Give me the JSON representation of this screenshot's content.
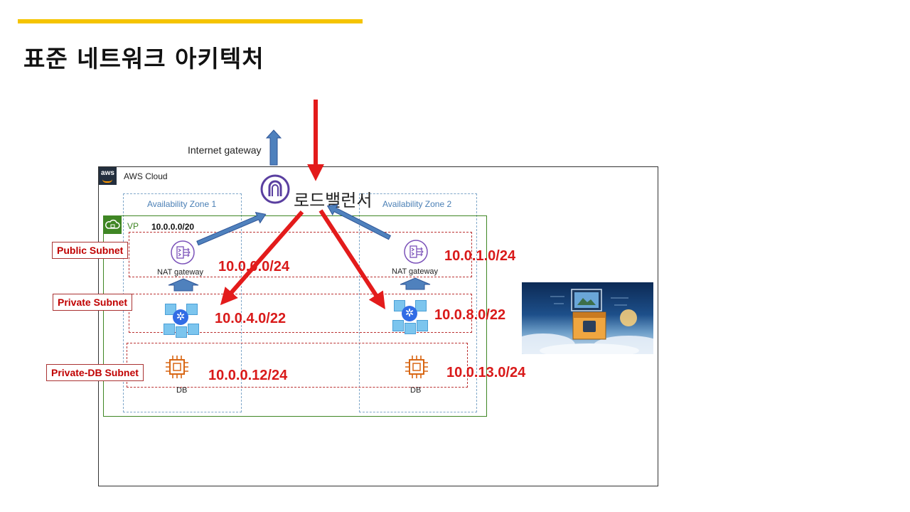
{
  "title": "표준 네트워크 아키텍처",
  "aws_cloud": {
    "logo_text": "aws",
    "label": "AWS Cloud"
  },
  "availability_zones": [
    {
      "label": "Availability Zone 1"
    },
    {
      "label": "Availability Zone 2"
    }
  ],
  "vpc": {
    "label": "VP",
    "cidr": "10.0.0.0/20"
  },
  "internet_gateway": {
    "label": "Internet gateway"
  },
  "load_balancer": {
    "label": "로드밸런서"
  },
  "subnet_tags": {
    "public": "Public Subnet",
    "private": "Private Subnet",
    "private_db": "Private-DB Subnet"
  },
  "nat_gateways": [
    {
      "label": "NAT gateway"
    },
    {
      "label": "NAT gateway"
    }
  ],
  "db_labels": [
    "DB",
    "DB"
  ],
  "cidrs": {
    "public_az1": "10.0.0.0/24",
    "public_az2": "10.0.1.0/24",
    "private_az1": "10.0.4.0/22",
    "private_az2": "10.0.8.0/22",
    "db_az1": "10.0.0.12/24",
    "db_az2": "10.0.13.0/24"
  },
  "colors": {
    "accent_bar": "#f5c400",
    "traffic_arrow": "#e31b1b",
    "return_arrow": "#4f81bd",
    "vpc_green": "#3f8624",
    "subnet_red": "#c00000",
    "az_blue": "#4a7fb5",
    "elb_purple": "#5a3fa0",
    "ec2_orange": "#d86613"
  },
  "icons": {
    "load_balancer": "elb-icon",
    "nat_gateway": "nat-gateway-icon",
    "kubernetes": "kubernetes-node-icon",
    "database": "ec2-chip-icon",
    "vpc": "vpc-lock-cloud-icon"
  }
}
